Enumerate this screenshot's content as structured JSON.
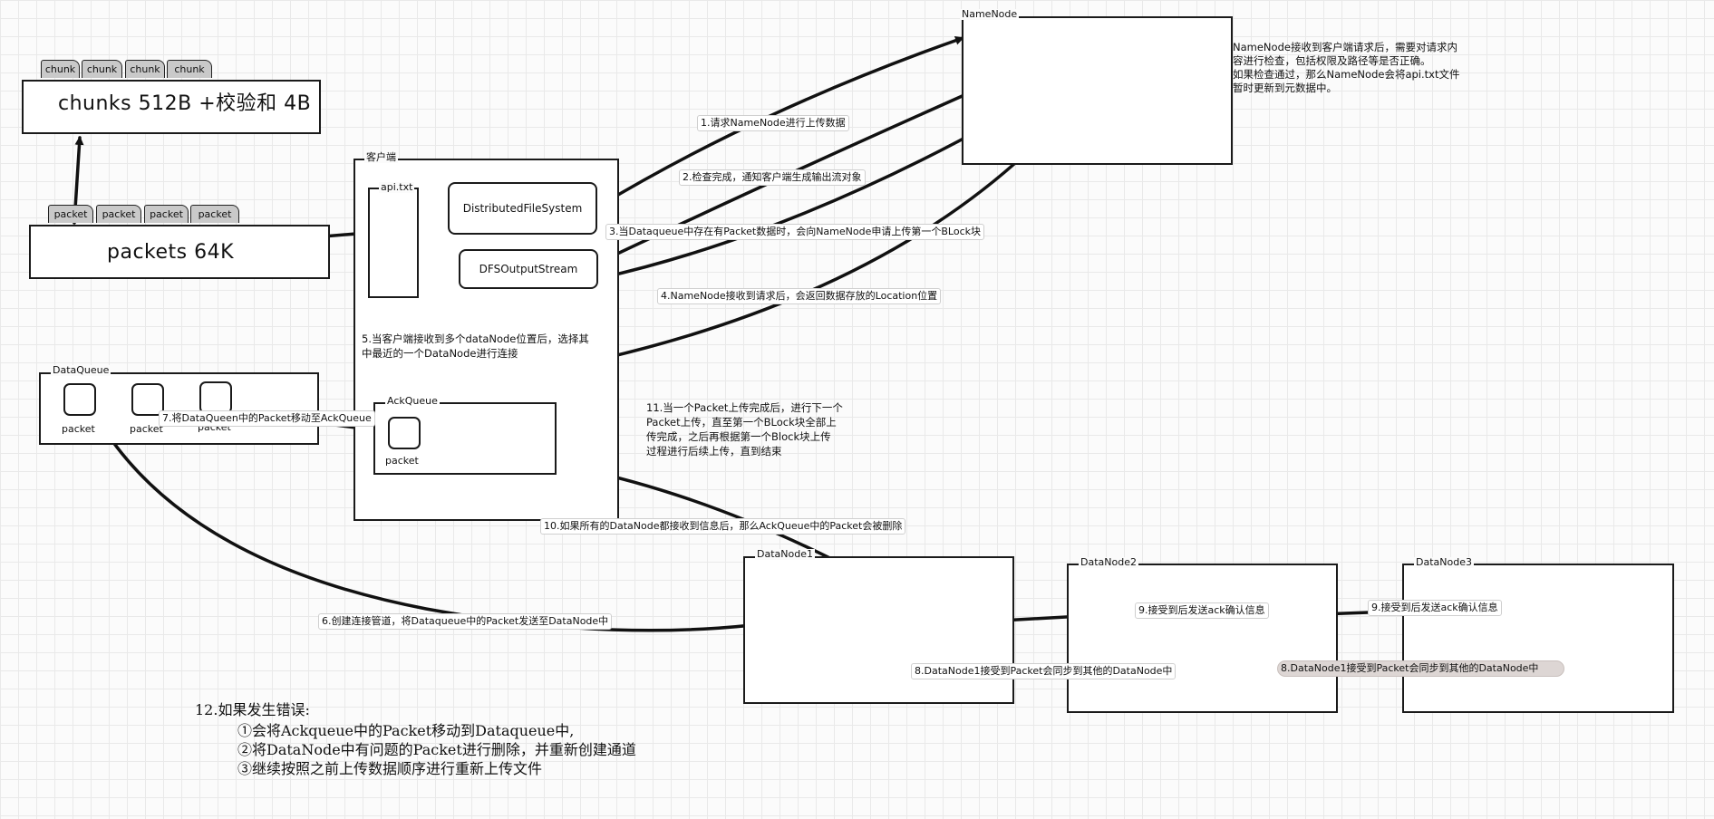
{
  "namenode": {
    "title": "NameNode",
    "note": [
      "NameNode接收到客户端请求后，需要对请求内",
      "容进行检查，包括权限及路径等是否正确。",
      "如果检查通过，那么NameNode会将api.txt文件",
      "暂时更新到元数据中。"
    ]
  },
  "chunks": {
    "tabs": [
      "chunk",
      "chunk",
      "chunk",
      "chunk"
    ],
    "label": "chunks 512B +校验和 4B"
  },
  "packets": {
    "tabs": [
      "packet",
      "packet",
      "packet",
      "packet"
    ],
    "label": "packets 64K"
  },
  "client": {
    "title": "客户端",
    "file_title": "api.txt",
    "dfs": "DistributedFileSystem",
    "dfsout": "DFSOutputStream",
    "ackqueue_title": "AckQueue",
    "ack_packet": "packet"
  },
  "dataqueue": {
    "title": "DataQueue",
    "packets": [
      "packet",
      "packet",
      "packet"
    ]
  },
  "datanodes": [
    "DataNode1",
    "DataNode2",
    "DataNode3"
  ],
  "steps": {
    "s1": "1.请求NameNode进行上传数据",
    "s2": "2.检查完成，通知客户端生成输出流对象",
    "s3": "3.当Dataqueue中存在有Packet数据时，会向NameNode申请上传第一个BLock块",
    "s4": "4.NameNode接收到请求后，会返回数据存放的Location位置",
    "s5": [
      "5.当客户端接收到多个dataNode位置后，选择其",
      "中最近的一个DataNode进行连接"
    ],
    "s6": "6.创建连接管道，将Dataqueue中的Packet发送至DataNode中",
    "s7": "7.将DataQueen中的Packet移动至AckQueue",
    "s8a": "8.DataNode1接受到Packet会同步到其他的DataNode中",
    "s8b": "8.DataNode1接受到Packet会同步到其他的DataNode中",
    "s9a": "9.接受到后发送ack确认信息",
    "s9b": "9.接受到后发送ack确认信息",
    "s10": "10.如果所有的DataNode都接收到信息后，那么AckQueue中的Packet会被删除",
    "s11": [
      "11.当一个Packet上传完成后，进行下一个",
      "Packet上传，直至第一个BLock块全部上",
      "传完成，之后再根据第一个Block块上传",
      "过程进行后续上传，直到结束"
    ]
  },
  "error": {
    "title": "12.如果发生错误:",
    "items": [
      "①会将Ackqueue中的Packet移动到Dataqueue中,",
      "②将DataNode中有问题的Packet进行删除，并重新创建通道",
      "③继续按照之前上传数据顺序进行重新上传文件"
    ]
  }
}
